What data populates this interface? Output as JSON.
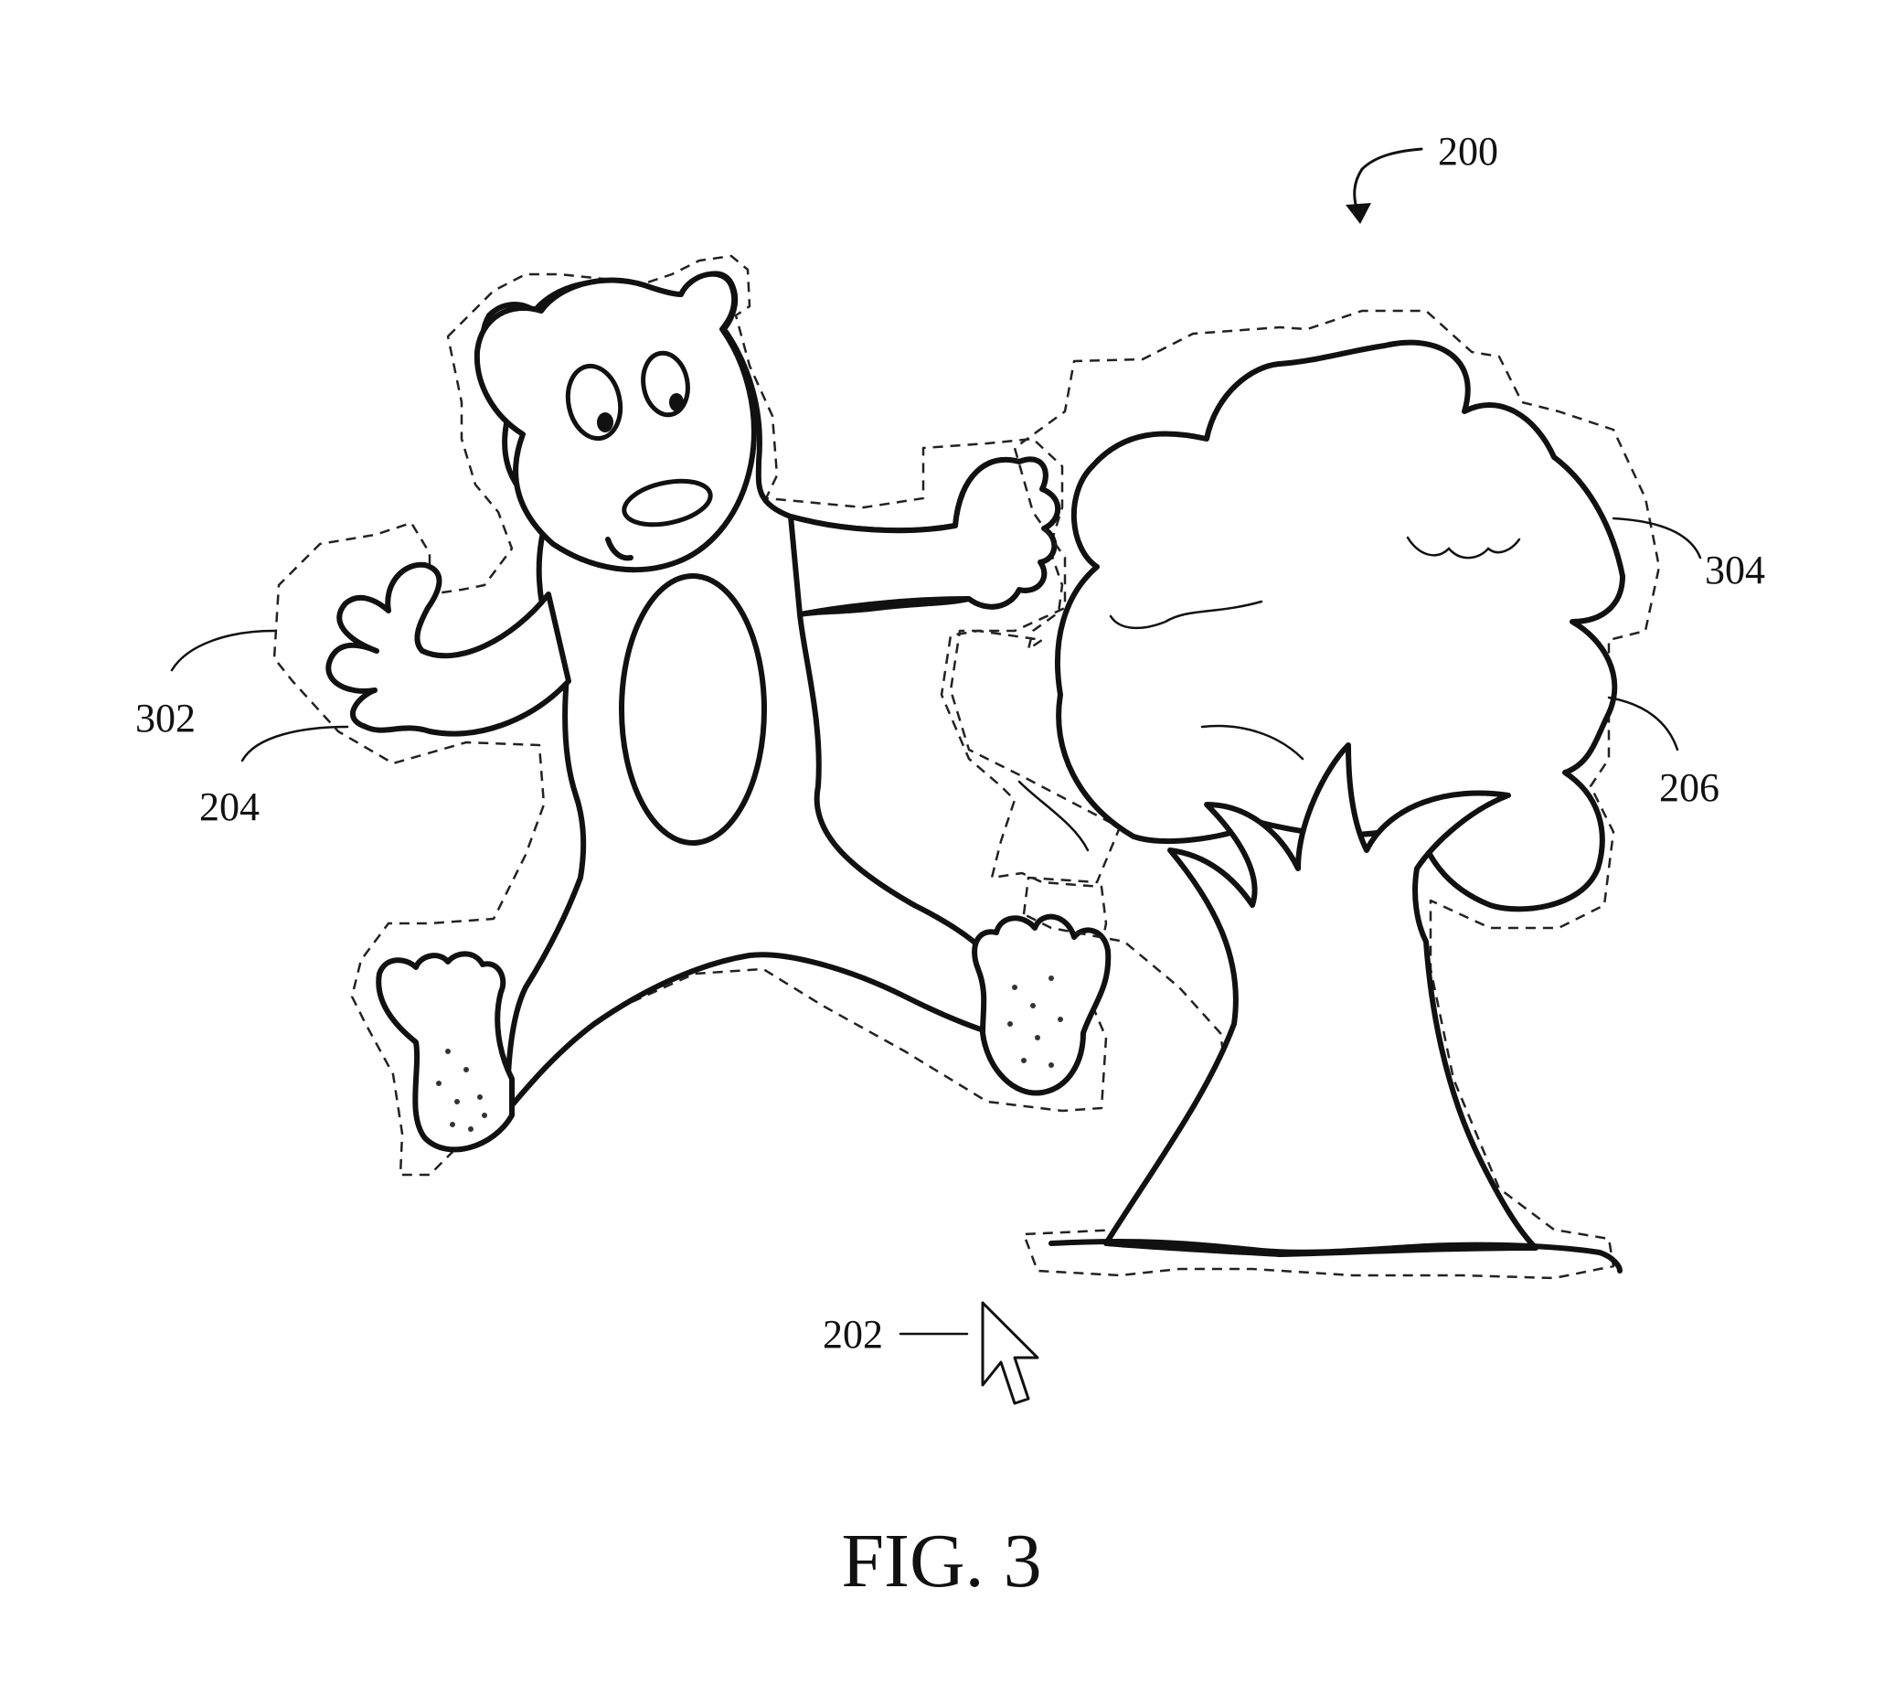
{
  "figure": {
    "caption": "FIG. 3",
    "labels": {
      "ref_200": "200",
      "ref_302": "302",
      "ref_204": "204",
      "ref_304": "304",
      "ref_206": "206",
      "ref_202": "202"
    }
  }
}
